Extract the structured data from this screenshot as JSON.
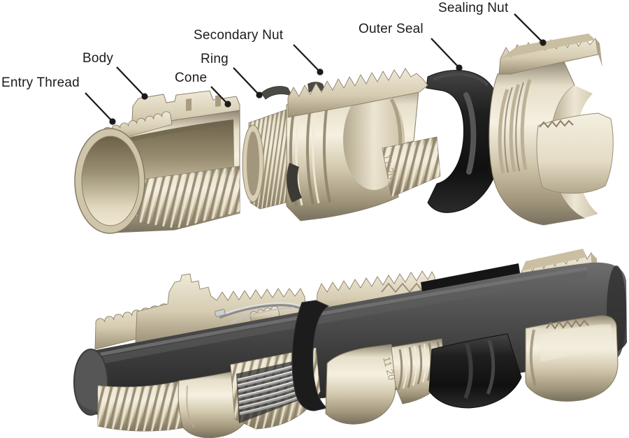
{
  "diagram": {
    "labels": [
      {
        "id": "entry-thread",
        "text": "Entry Thread"
      },
      {
        "id": "body",
        "text": "Body"
      },
      {
        "id": "cone",
        "text": "Cone"
      },
      {
        "id": "ring",
        "text": "Ring"
      },
      {
        "id": "secondary-nut",
        "text": "Secondary Nut"
      },
      {
        "id": "outer-seal",
        "text": "Outer Seal"
      },
      {
        "id": "sealing-nut",
        "text": "Sealing Nut"
      }
    ],
    "engraving": "11 20",
    "colors": {
      "background": "#ffffff",
      "metal_highlight": "#f5f0e1",
      "metal_mid": "#d3c9af",
      "metal_shadow": "#8a7f66",
      "seal_black": "#1c1c1c",
      "cable_gray": "#4a4a4a",
      "wire_silver": "#dcdcdc",
      "label_text": "#1b1b1b",
      "leader_line": "#1b1b1b"
    }
  }
}
